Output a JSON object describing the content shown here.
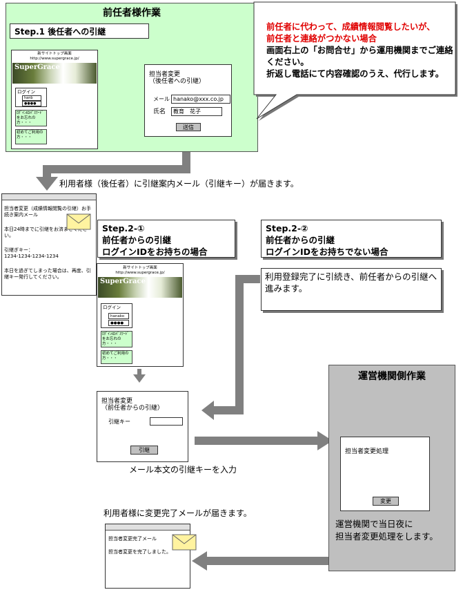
{
  "step1_panel": {
    "title": "前任者様作業",
    "step_label": "Step.1 後任者への引継",
    "site": {
      "title": "新サイトトップ画面",
      "url": "http://www.supergrace.jp/",
      "brand": "SuperGrace"
    },
    "login": {
      "label": "ログイン",
      "id_value": "hanb",
      "pw_value": "●●●●"
    },
    "forgot": "ﾛｸﾞｲﾝIDﾊﾟｽﾜｰﾄﾞをお忘れの方・・・",
    "first_time": "初めてご利用の方・・・",
    "form": {
      "title": "担当者変更",
      "subtitle": "（後任者への引継）",
      "mail_label": "メール",
      "mail_value": "hanako@xxx.co.jp",
      "name_label": "氏名",
      "name_value": "教育　花子",
      "submit": "送信"
    }
  },
  "callout": {
    "red_line1": "前任者に代わって、成績情報閲覧したいが、",
    "red_line2": "前任者と連絡がつかない場合",
    "line3": "画面右上の「お問合せ」から運用機関までご連絡ください。",
    "line4": "折返し電話にて内容確認のうえ、代行します。"
  },
  "flow_text1": "利用者様（後任者）に引継案内メール（引継キー）が届きます。",
  "mail1": {
    "subject": "担当者変更（成績情報閲覧の引継）お手続き案内メール",
    "deadline": "本日24時までに引継をお済ませください。",
    "key_label": "引継ぎキー：",
    "key_value": "1234-1234-1234-1234",
    "note": "本日を過ぎてしまった場合は、再度、引継キー発行してください。"
  },
  "step2_1": {
    "label": "Step.2-①",
    "line1": "前任者からの引継",
    "line2": "ログインIDをお持ちの場合"
  },
  "step2_2": {
    "label": "Step.2-②",
    "line1": "前任者からの引継",
    "line2": "ログインIDをお持ちでない場合"
  },
  "step2_2_note": "利用登録完了に引続き、前任者からの引継へ進みます。",
  "site2": {
    "title": "新サイトトップ画面",
    "url": "http://www.supergrace.jp/",
    "brand": "SuperGrace",
    "login_label": "ログイン",
    "id_value": "hanako",
    "pw_value": "●●●●",
    "forgot": "ﾛｸﾞｲﾝIDﾊﾟｽﾜｰﾄﾞをお忘れの方・・・",
    "first_time": "初めてご利用の方・・・"
  },
  "form2": {
    "title": "担当者変更",
    "subtitle": "（前任者からの引継）",
    "key_label": "引継キー",
    "submit": "引継"
  },
  "caption_key": "メール本文の引継キーを入力",
  "ops_panel": {
    "title": "運営機関側作業",
    "screen_title": "担当者変更処理",
    "button": "変更",
    "note1": "運営機関で当日夜に",
    "note2": "担当者変更処理をします。"
  },
  "flow_text2": "利用者様に変更完了メールが届きます。",
  "mail2": {
    "subject": "担当者変更完了メール",
    "body": "担当者変更を完了しました。"
  },
  "colors": {
    "green_panel": "#ccffcc",
    "gray_panel": "#bfbfbf",
    "arrow": "#808080",
    "red_text": "#e00000",
    "envelope": "#fff3a0"
  }
}
